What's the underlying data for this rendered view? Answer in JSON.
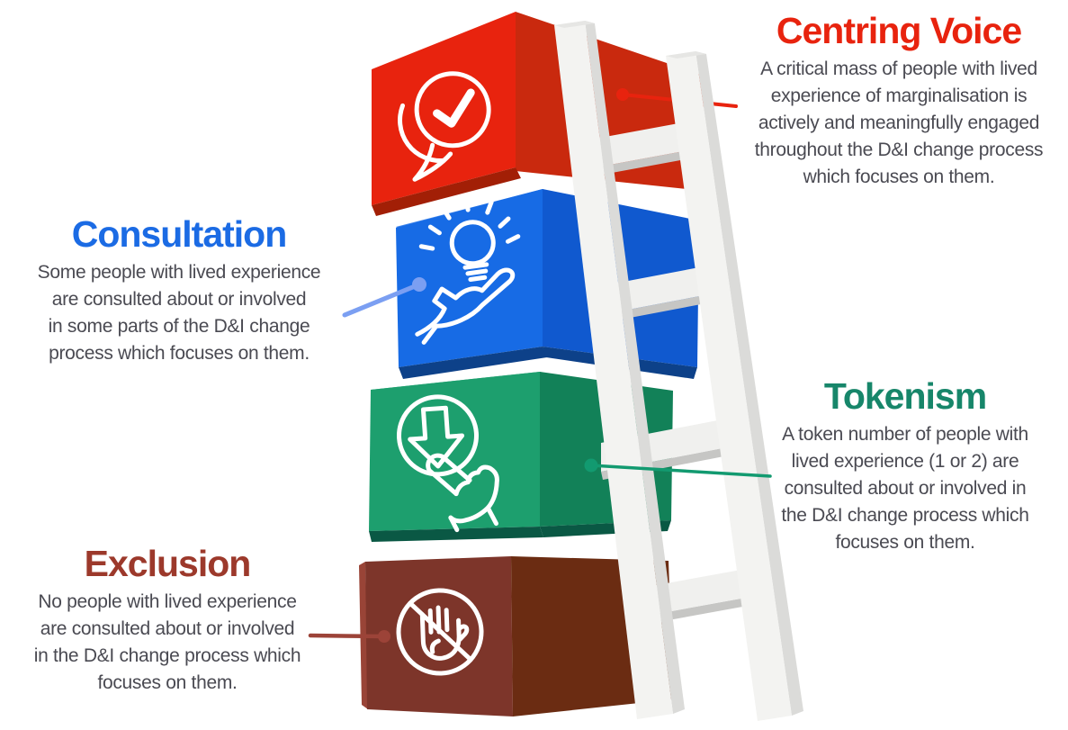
{
  "figure": {
    "type": "ladder-of-engagement-infographic",
    "background": "#ffffff",
    "body_text_color": "#4a4a52"
  },
  "sections": [
    {
      "id": "centring-voice",
      "title": "Centring Voice",
      "body": "A critical mass of people with lived\nexperience of marginalisation is\nactively and meaningfully engaged\nthroughout the D&I change process\nwhich focuses on them.",
      "title_color": "#e8230e",
      "position": "top-right",
      "icon": "chat-check-icon",
      "callout_color": "#e8230e",
      "box": {
        "front": "#e8230e",
        "side": "#c9290e",
        "under": "#a21f06"
      }
    },
    {
      "id": "consultation",
      "title": "Consultation",
      "body": "Some people with lived experience\nare consulted about or involved\nin some parts of the D&I change\nprocess which focuses on them.",
      "title_color": "#1b6be4",
      "position": "middle-left",
      "icon": "hand-lightbulb-icon",
      "callout_color": "#7b9ff2",
      "box": {
        "front": "#176be5",
        "side": "#1059cf",
        "under": "#0d4189",
        "top": "#3f85ec"
      }
    },
    {
      "id": "tokenism",
      "title": "Tokenism",
      "body": "A token number of people with\nlived experience (1 or 2) are\nconsulted about or involved in\nthe D&I change process which\nfocuses on them.",
      "title_color": "#17866a",
      "position": "middle-right",
      "icon": "press-button-icon",
      "callout_color": "#129a70",
      "box": {
        "front": "#1d9f6e",
        "side": "#128158",
        "under": "#0a5844",
        "top": "#33ad80"
      }
    },
    {
      "id": "exclusion",
      "title": "Exclusion",
      "body": "No people with lived experience\nare consulted about or involved\nin the D&I change process which\nfocuses on them.",
      "title_color": "#9c392b",
      "position": "bottom-left",
      "icon": "no-hand-icon",
      "callout_color": "#9c4338",
      "box": {
        "front": "#7d352a",
        "side": "#6b2c12",
        "left_edge": "#994437"
      }
    }
  ],
  "ladder": {
    "rungs": 4,
    "rail_color": "#f3f3f1",
    "rail_side_color": "#dbdbd9",
    "rung_color": "#f0f0ee",
    "rung_shadow_color": "#c6c6c4"
  }
}
